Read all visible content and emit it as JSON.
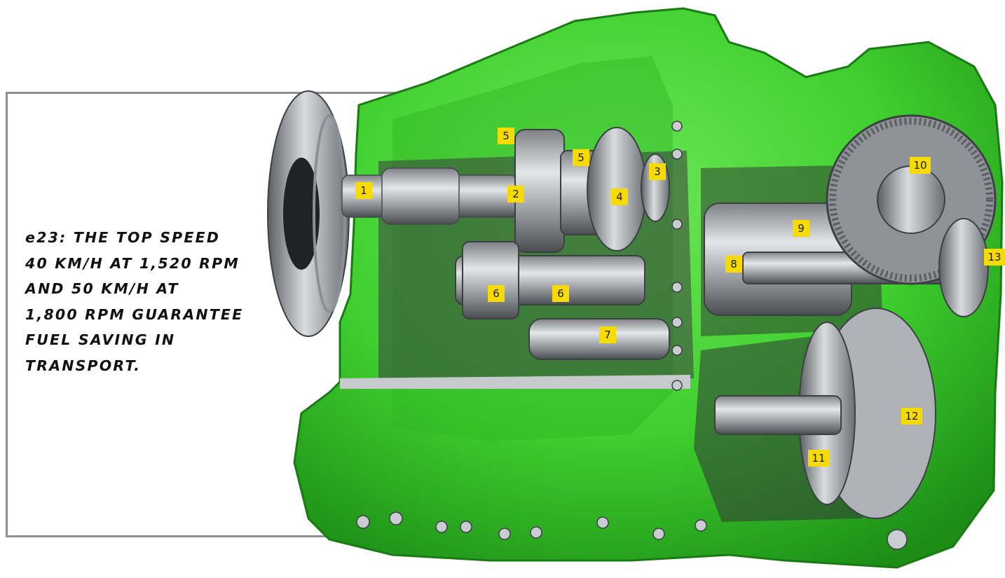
{
  "caption": {
    "lines": [
      "e23: THE TOP SPEED",
      "40 KM/H AT 1,520 RPM",
      "AND 50 KM/H AT",
      "1,800 RPM GUARANTEE",
      "FUEL SAVING IN",
      "TRANSPORT."
    ]
  },
  "callouts": [
    "1",
    "2",
    "3",
    "4",
    "5",
    "5",
    "6",
    "6",
    "7",
    "8",
    "9",
    "10",
    "11",
    "12",
    "13"
  ],
  "colors": {
    "housing": "#3fcf2e",
    "housing_dark": "#1f8f1a",
    "metal": "#b8bcc0",
    "callout": "#f7da00",
    "frame": "#8e8e8e"
  }
}
